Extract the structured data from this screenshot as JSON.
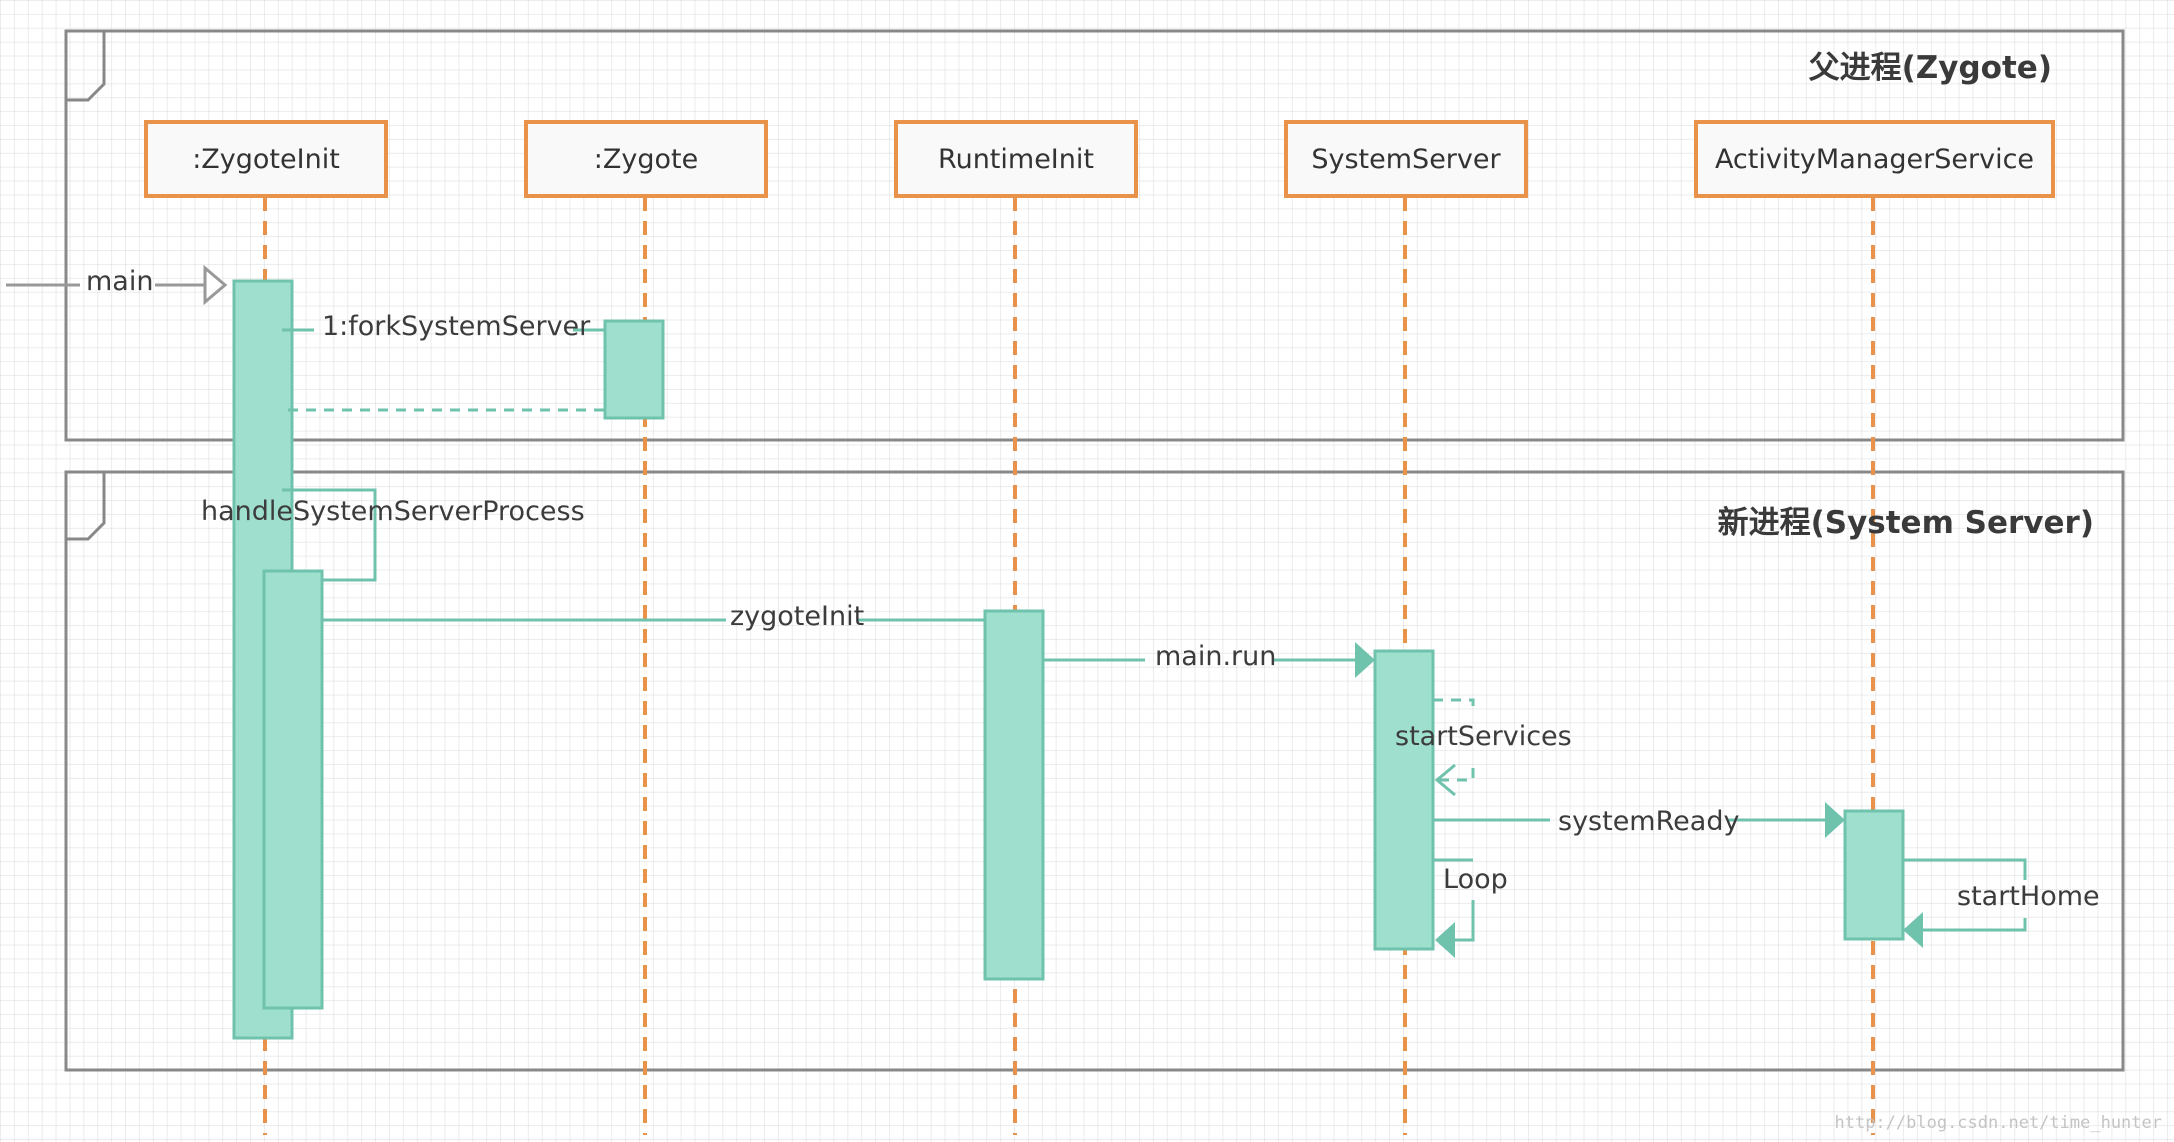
{
  "frames": [
    {
      "id": "parent",
      "title": "父进程(Zygote)"
    },
    {
      "id": "new",
      "title": "新进程(System Server)"
    }
  ],
  "participants": [
    ":ZygoteInit",
    ":Zygote",
    "RuntimeInit",
    "SystemServer",
    "ActivityManagerService"
  ],
  "messages": {
    "main": "main",
    "forkSystemServer": "1:forkSystemServer",
    "handleSystemServerProcess": "handleSystemServerProcess",
    "zygoteInit": "zygoteInit",
    "mainRun": "main.run",
    "startServices": "startServices",
    "systemReady": "systemReady",
    "loop": "Loop",
    "startHome": "startHome"
  },
  "watermark": "http://blog.csdn.net/time_hunter",
  "colors": {
    "lifeline": "#e8924a",
    "activation_fill": "#9fdfce",
    "activation_stroke": "#6fc3ad",
    "message": "#6fc3ad",
    "frame": "#888888",
    "entry_arrow": "#999999"
  }
}
